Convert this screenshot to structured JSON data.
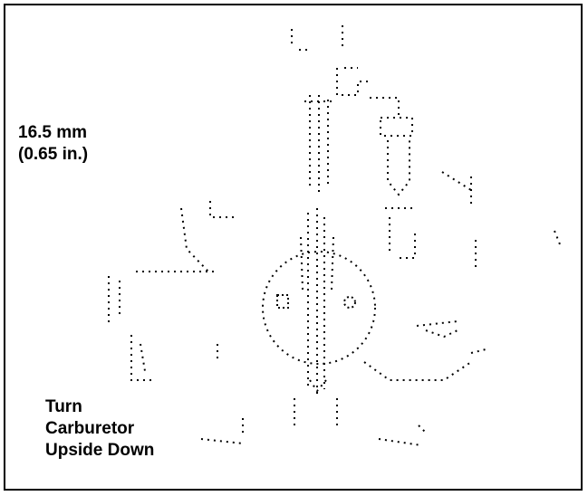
{
  "dimension": {
    "line1": "16.5 mm",
    "line2": "(0.65 in.)"
  },
  "instruction": {
    "line1": "Turn",
    "line2": "Carburetor",
    "line3": "Upside Down"
  },
  "colors": {
    "ink": "#000000",
    "background": "#ffffff"
  }
}
